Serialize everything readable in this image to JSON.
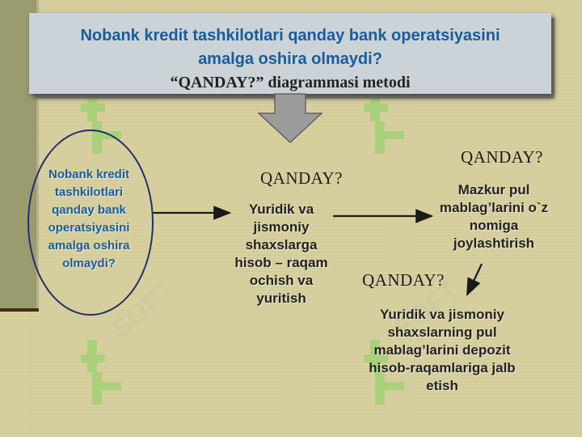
{
  "title": {
    "line1": "Nobank kredit tashkilotlari qanday bank operatsiyasini",
    "line2": "amalga oshira olmaydi?",
    "subtitle": "“QANDAY?” diagrammasi metodi"
  },
  "nodes": {
    "question": "Nobank kredit tashkilotlari qanday bank operatsiyasini amalga oshira olmaydi?",
    "step1": "Yuridik va jismoniy shaxslarga hisob – raqam ochish va yuritish",
    "step2": "Mazkur pul mablag’larini o`z nomiga joylashtirish",
    "step3": "Yuridik va jismoniy shaxslarning pul mablag’larini depozit hisob-raqamlariga jalb etish"
  },
  "labels": {
    "q1": "QANDAY?",
    "q2": "QANDAY?",
    "q3": "QANDAY?"
  },
  "colors": {
    "accent_blue": "#1a5c9c",
    "background": "#d8cf9e",
    "ellipse_border": "#22306a",
    "watermark_green": "#9bd06c"
  }
}
